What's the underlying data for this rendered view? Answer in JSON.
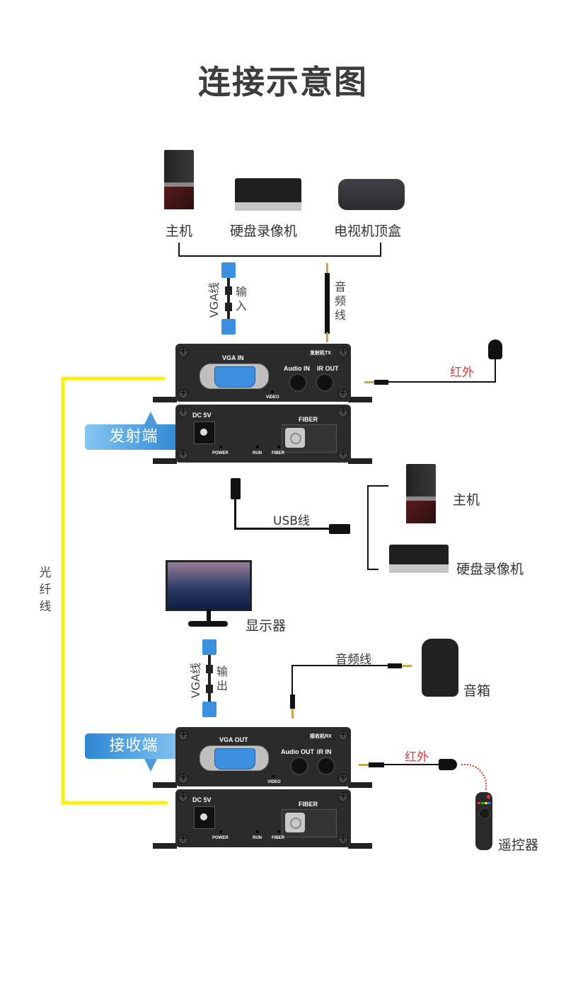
{
  "title": "连接示意图",
  "sources": {
    "items": [
      {
        "label": "主机",
        "icon": "desktop-pc-icon"
      },
      {
        "label": "硬盘录像机",
        "icon": "nvr-icon"
      },
      {
        "label": "电视机顶盒",
        "icon": "set-top-box-icon"
      }
    ]
  },
  "tx_cables": {
    "vga_label": "VGA线",
    "vga_direction": "输入",
    "audio_label": "音频线"
  },
  "ir_label": "红外",
  "transmitter": {
    "badge": "发射端",
    "model_tag": "发射机TX",
    "ports_top": {
      "vga": "VGA IN",
      "audio": "Audio IN",
      "ir": "IR OUT",
      "led": "VIDEO"
    },
    "ports_bottom": {
      "dc": "DC 5V",
      "fiber": "FIBER",
      "leds": [
        "POWER",
        "RUN",
        "FIBER"
      ]
    }
  },
  "usb": {
    "label": "USB线",
    "targets": [
      {
        "label": "主机",
        "icon": "desktop-pc-icon"
      },
      {
        "label": "硬盘录像机",
        "icon": "nvr-icon"
      }
    ]
  },
  "fiber_label": "光纤线",
  "display": {
    "label": "显示器"
  },
  "rx_cables": {
    "vga_label": "VGA线",
    "vga_direction": "输出",
    "audio_label": "音频线",
    "speaker_label": "音箱"
  },
  "receiver": {
    "badge": "接收端",
    "model_tag": "接收机RX",
    "ports_top": {
      "vga": "VGA OUT",
      "audio": "Audio OUT",
      "ir": "IR IN",
      "led": "VIDEO"
    },
    "ports_bottom": {
      "dc": "DC 5V",
      "fiber": "FIBER",
      "leds": [
        "POWER",
        "RUN",
        "FIBER"
      ]
    }
  },
  "rx_ir_label": "红外",
  "remote": {
    "label": "遥控器"
  },
  "colors": {
    "fiber": "#ffee00",
    "badge": "#2c86d2",
    "ir_text": "#e8373b",
    "vga_connector": "#3d8fe0"
  }
}
